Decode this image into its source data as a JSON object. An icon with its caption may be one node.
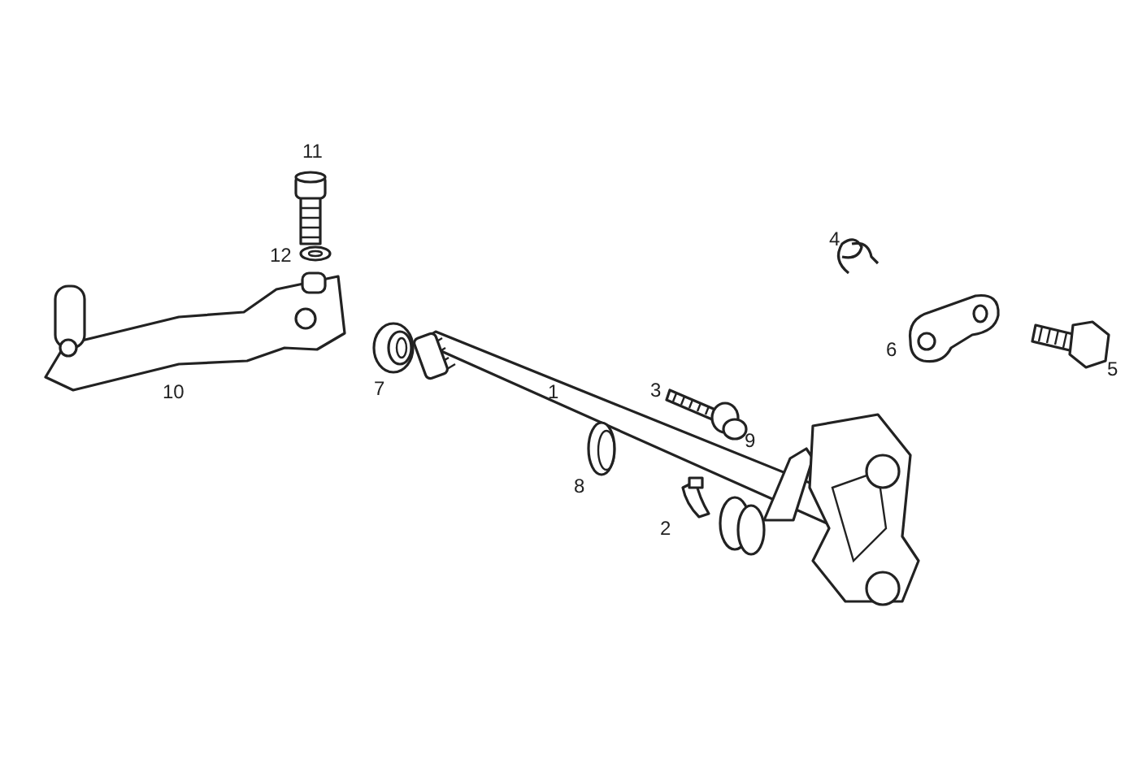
{
  "diagram": {
    "labels": [
      "11",
      "4",
      "12",
      "6",
      "10",
      "5",
      "7",
      "1",
      "3",
      "9",
      "8",
      "2"
    ]
  }
}
